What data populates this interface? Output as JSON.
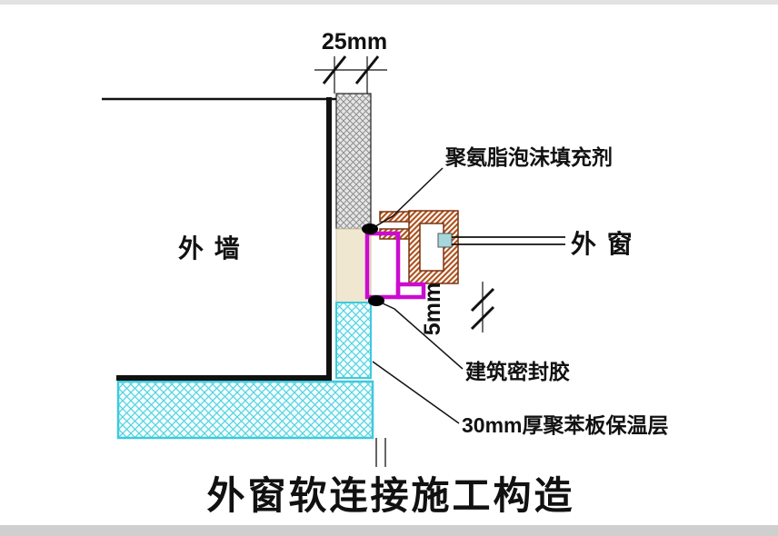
{
  "title": "外窗软连接施工构造",
  "labels": {
    "exterior_wall": "外 墙",
    "exterior_window": "外 窗",
    "foam_filler": "聚氨脂泡沫填充剂",
    "sealant": "建筑密封胶",
    "insulation": "30mm厚聚苯板保温层"
  },
  "dimensions": {
    "frame_edge_gap": "25mm",
    "soft_joint_gap": "5mm"
  },
  "colors": {
    "line": "#111111",
    "wall_hatch": "#8f8f8f",
    "insulation_cyan": "#3fc9dc",
    "window_frame_brown": "#a84f1d",
    "sub_frame_magenta": "#cb0bd0",
    "foam_beige": "#efe7d0",
    "glass_cyan": "#a5d8dd"
  }
}
